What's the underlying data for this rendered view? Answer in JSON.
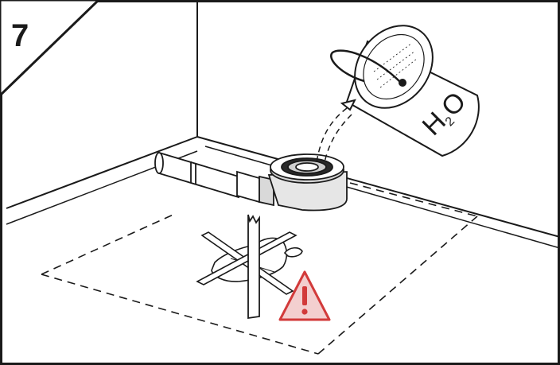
{
  "step": {
    "number": "7"
  },
  "bucket": {
    "label_main": "H",
    "label_sub": "2",
    "label_tail": "O"
  },
  "colors": {
    "line": "#1a1a1a",
    "warning_fill": "#f3cfcf",
    "warning_stroke": "#d23a3a",
    "drain_grey": "#8a8a8a"
  },
  "icons": [
    "warning-triangle-icon",
    "water-bucket-icon",
    "shower-drain-trap-icon"
  ]
}
